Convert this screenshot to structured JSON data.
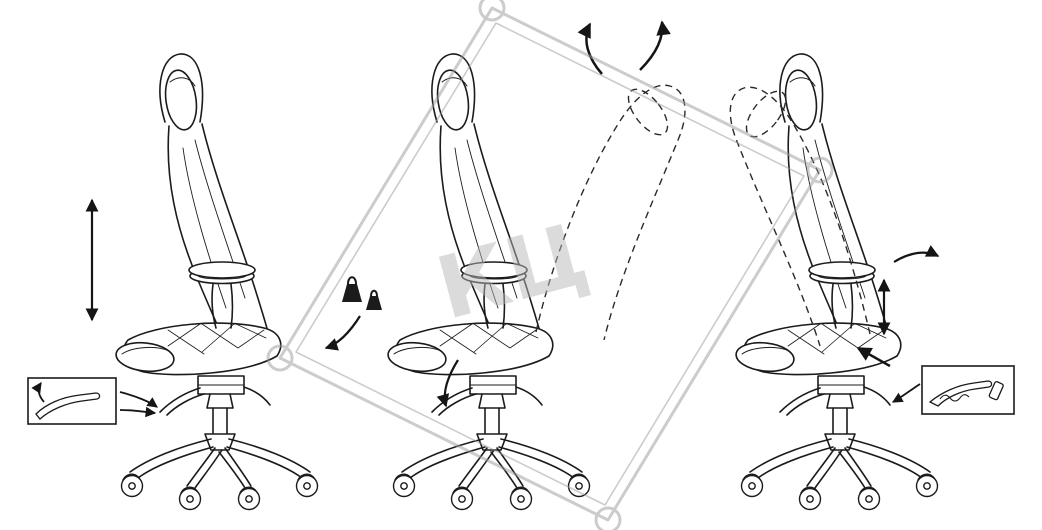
{
  "page": {
    "background": "#ffffff",
    "line_color": "#1b1b1b",
    "watermark_color": "#9a9a9a"
  },
  "watermark": {
    "text": "КЦ"
  },
  "figure": {
    "kind": "chair-adjustment-instruction-diagram",
    "views": [
      {
        "name": "seat-height-adjustment",
        "annotations": [
          "height-double-arrow-icon",
          "lever-inset-panel",
          "inset-pointer-arrows"
        ]
      },
      {
        "name": "backrest-recline-and-tension",
        "annotations": [
          "recline-arrow-ccw-icon",
          "recline-arrow-cw-icon",
          "reclined-back-dashed-outline",
          "weight-heavy-icon",
          "weight-light-icon",
          "tension-curved-arrow-icon",
          "seat-height-curved-arrow-icon"
        ]
      },
      {
        "name": "armrest-and-rocking-adjustment",
        "annotations": [
          "reclined-back-dashed-outline",
          "armrest-curved-arrow-icon",
          "armrest-height-double-arrow-icon",
          "mechanism-pointer-arrow-icon",
          "tension-lever-inset-panel"
        ]
      }
    ]
  }
}
